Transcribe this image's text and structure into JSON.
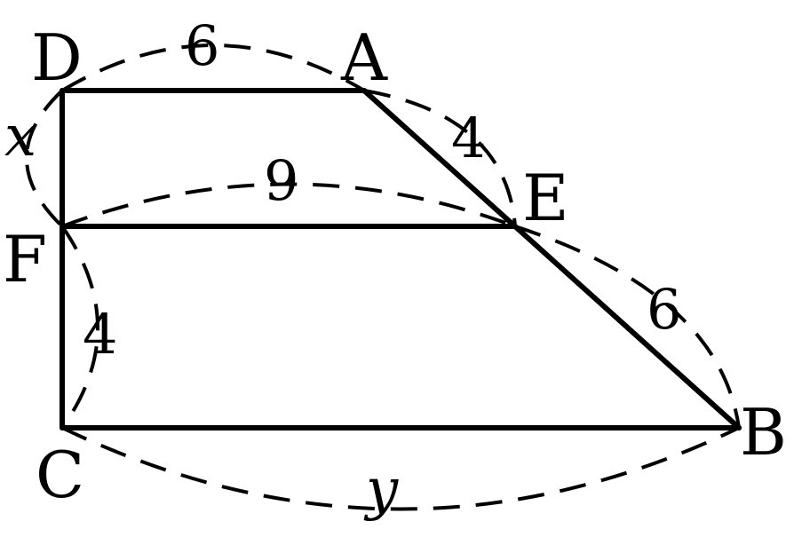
{
  "points": {
    "D": "D",
    "A": "A",
    "E": "E",
    "F": "F",
    "C": "C",
    "B": "B"
  },
  "measures": {
    "DA": "6",
    "AE": "4",
    "FE": "9",
    "EB": "6",
    "FC": "4",
    "DF": "x",
    "CB": "y"
  }
}
